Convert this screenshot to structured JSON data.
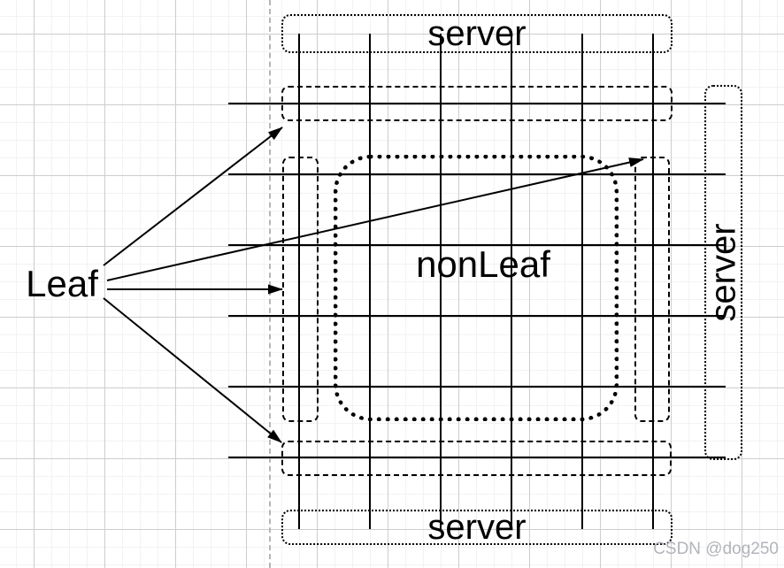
{
  "diagram": {
    "type": "leaf-spine-crossbar-diagram",
    "leaf": "Leaf",
    "nonleaf": "nonLeaf",
    "server_top": "server",
    "server_bottom": "server",
    "server_right": "server",
    "mesh": {
      "horizontal_lines": 6,
      "vertical_lines": 6
    },
    "arrows": [
      {
        "from": "Leaf",
        "to": "top-leaf-strip"
      },
      {
        "from": "Leaf",
        "to": "right-leaf-column"
      },
      {
        "from": "Leaf",
        "to": "left-leaf-column"
      },
      {
        "from": "Leaf",
        "to": "bottom-leaf-strip"
      }
    ],
    "colors": {
      "stroke": "#000000",
      "grid_minor": "#f2f2f2",
      "grid_major": "#cdcdcd",
      "page_divider": "#b5b5b5",
      "watermark": "#b1b4b9"
    }
  },
  "watermark": {
    "text": "CSDN @dog250"
  }
}
